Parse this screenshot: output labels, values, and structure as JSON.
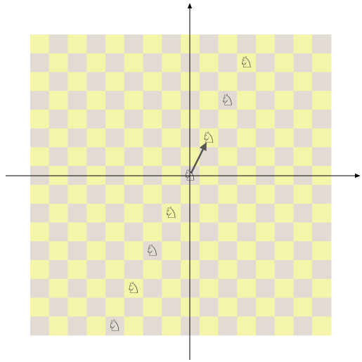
{
  "board": {
    "files": 16,
    "ranks": 16,
    "light_color": "#f5f5aa",
    "dark_color": "#e2dbd4"
  },
  "axes": {
    "color": "#000000",
    "arrowheads": [
      "right",
      "up"
    ]
  },
  "pieces": {
    "glyph": "♘",
    "icon": "white-knight-icon",
    "positions": [
      {
        "x": 0,
        "y": 0
      },
      {
        "x": 1,
        "y": 2
      },
      {
        "x": 2,
        "y": 4
      },
      {
        "x": 3,
        "y": 6
      },
      {
        "x": -1,
        "y": -2
      },
      {
        "x": -2,
        "y": -4
      },
      {
        "x": -3,
        "y": -6
      },
      {
        "x": -4,
        "y": -8
      }
    ]
  },
  "move_vector": {
    "from": {
      "x": 0,
      "y": 0
    },
    "to": {
      "x": 1,
      "y": 2
    },
    "color": "#555555"
  }
}
